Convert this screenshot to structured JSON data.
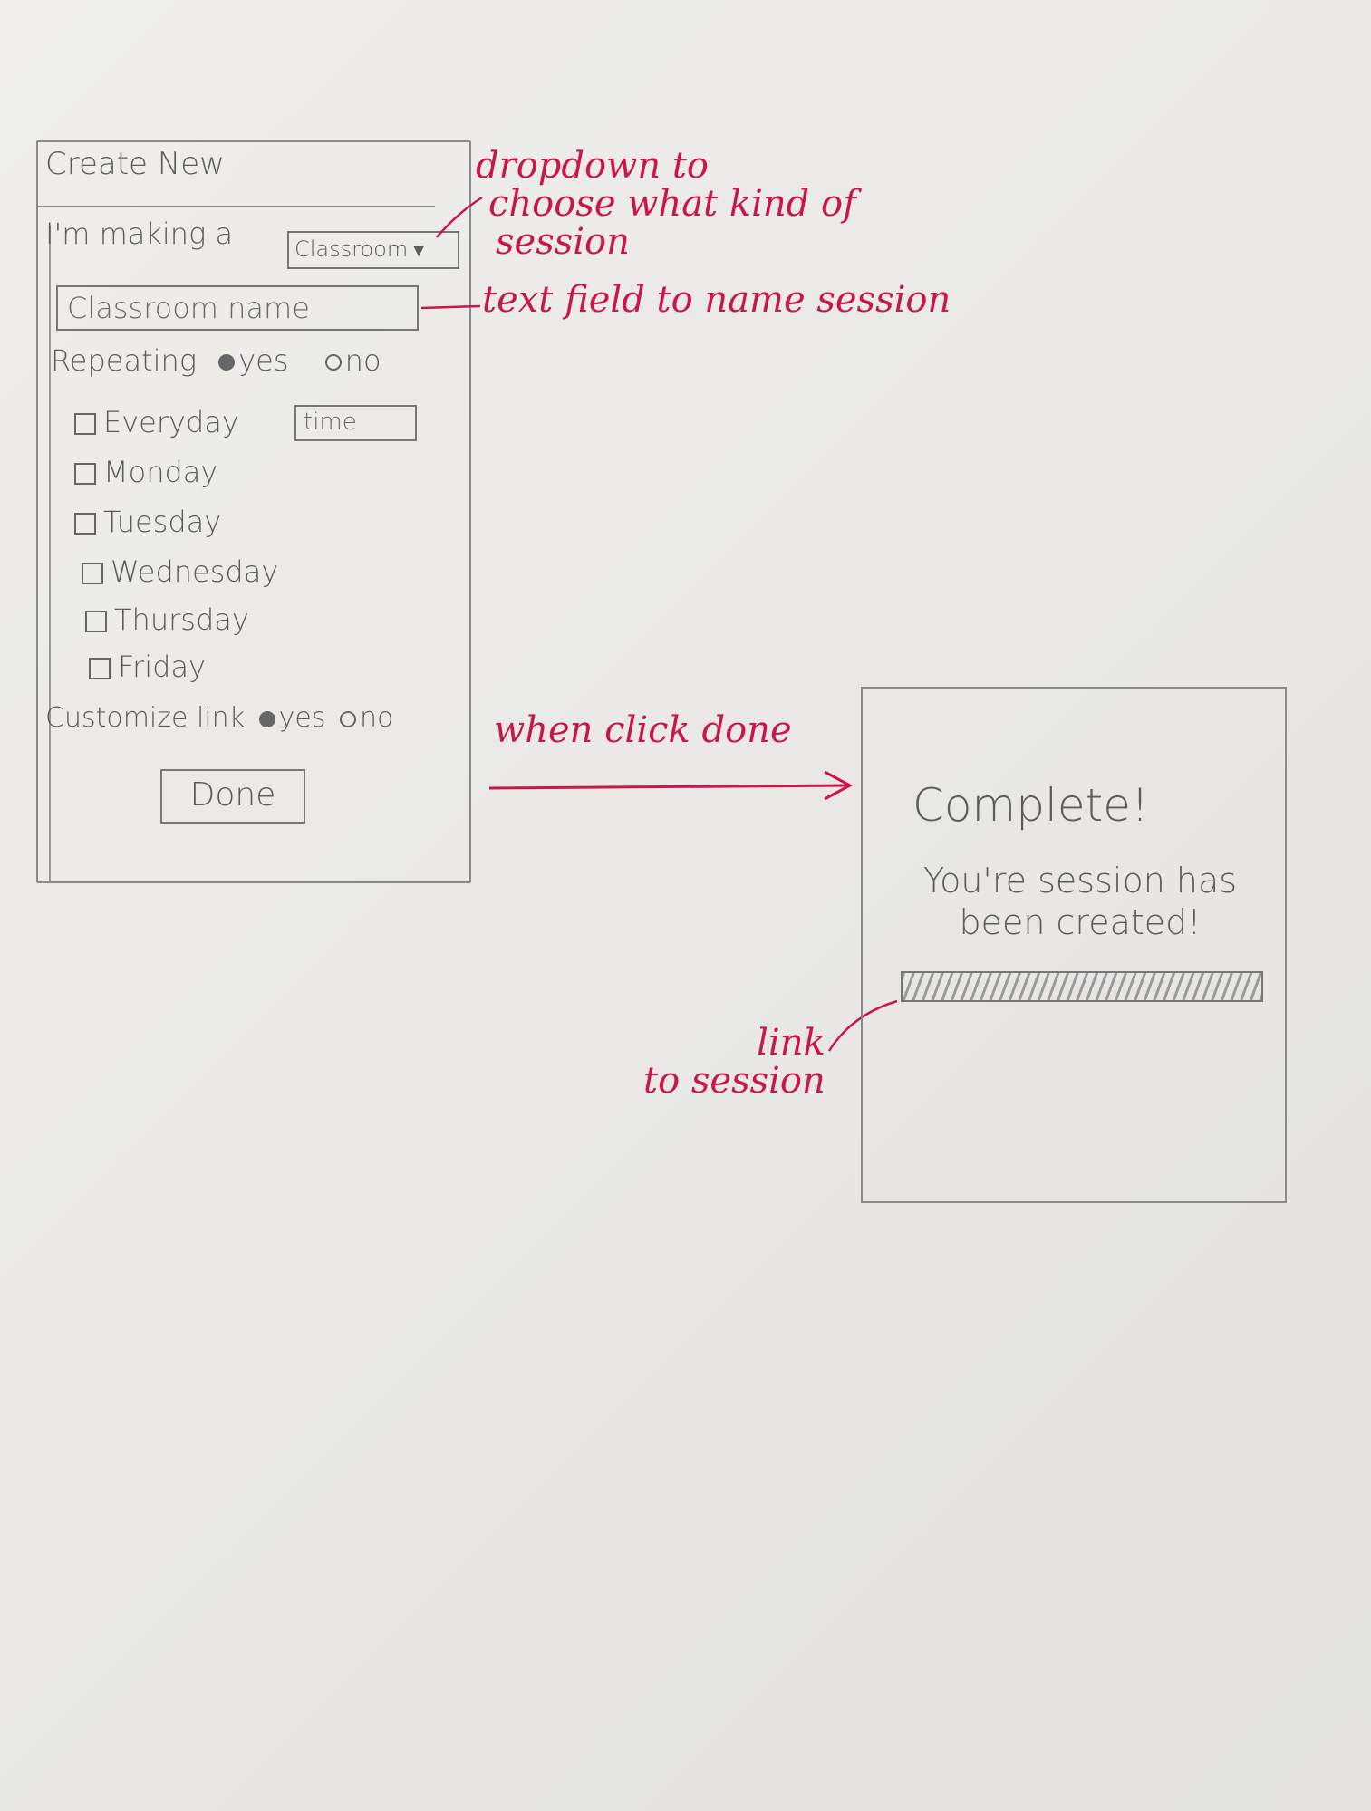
{
  "form": {
    "title": "Create New",
    "making_label": "I'm making a",
    "dropdown_value": "Classroom",
    "name_placeholder": "Classroom name",
    "repeating_label": "Repeating",
    "yes_label": "yes",
    "no_label": "no",
    "time_placeholder": "time",
    "days": [
      "Everyday",
      "Monday",
      "Tuesday",
      "Wednesday",
      "Thursday",
      "Friday"
    ],
    "customize_label": "Customize link",
    "done_label": "Done"
  },
  "annotations": {
    "dropdown_note": [
      "dropdown to",
      "choose what kind of",
      "session"
    ],
    "field_note": "text field to name session",
    "flow_note": "when click done",
    "link_note": [
      "link",
      "to session"
    ]
  },
  "complete": {
    "title": "Complete!",
    "message_line1": "You're session has",
    "message_line2": "been created!"
  },
  "colors": {
    "pencil": "#5c5c5c",
    "annotation": "#c8174a",
    "paper": "#ecebe8"
  }
}
